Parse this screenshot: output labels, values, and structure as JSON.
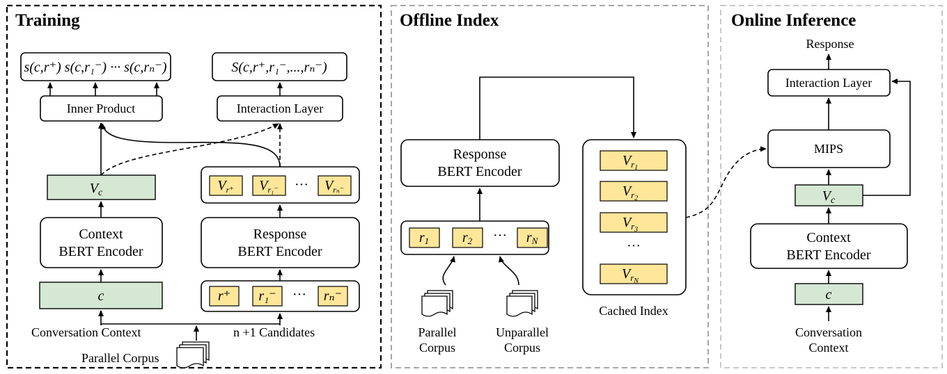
{
  "panels": {
    "training": "Training",
    "offline": "Offline Index",
    "online": "Online Inference"
  },
  "training": {
    "score_box": "s(c,r⁺) s(c,r₁⁻) ··· s(c,rₙ⁻)",
    "score_box_2": "S(c,r⁺,r₁⁻,...,rₙ⁻)",
    "inner_product": "Inner Product",
    "interaction_layer": "Interaction Layer",
    "vc": "V",
    "vc_sub": "c",
    "vr_labels": [
      {
        "base": "V",
        "sub": "r⁺"
      },
      {
        "base": "V",
        "sub": "r₁⁻"
      },
      {
        "base": "V",
        "sub": "rₙ⁻"
      }
    ],
    "dots": "···",
    "context_encoder": [
      "Context",
      "BERT Encoder"
    ],
    "response_encoder": [
      "Response",
      "BERT Encoder"
    ],
    "c": "c",
    "cand_labels": [
      "r⁺",
      "r₁⁻",
      "rₙ⁻"
    ],
    "conversation_context": "Conversation Context",
    "candidates": "n +1 Candidates",
    "parallel_corpus": "Parallel Corpus"
  },
  "offline": {
    "response_encoder": [
      "Response",
      "BERT Encoder"
    ],
    "r_labels": [
      {
        "base": "r",
        "sub": "1"
      },
      {
        "base": "r",
        "sub": "2"
      },
      {
        "base": "r",
        "sub": "N"
      }
    ],
    "dots": "···",
    "parallel_corpus": [
      "Parallel",
      "Corpus"
    ],
    "unparallel_corpus": [
      "Unparallel",
      "Corpus"
    ],
    "cached_index": "Cached Index",
    "index_labels": [
      {
        "base": "V",
        "sub": "r",
        "subsub": "1"
      },
      {
        "base": "V",
        "sub": "r",
        "subsub": "2"
      },
      {
        "base": "V",
        "sub": "r",
        "subsub": "3"
      },
      {
        "base": "V",
        "sub": "r",
        "subsub": "N"
      }
    ],
    "vdots": "···"
  },
  "online": {
    "response": "Response",
    "interaction_layer": "Interaction Layer",
    "mips": "MIPS",
    "vc": "V",
    "vc_sub": "c",
    "context_encoder": [
      "Context",
      "BERT Encoder"
    ],
    "c": "c",
    "conversation_context": [
      "Conversation",
      "Context"
    ]
  }
}
